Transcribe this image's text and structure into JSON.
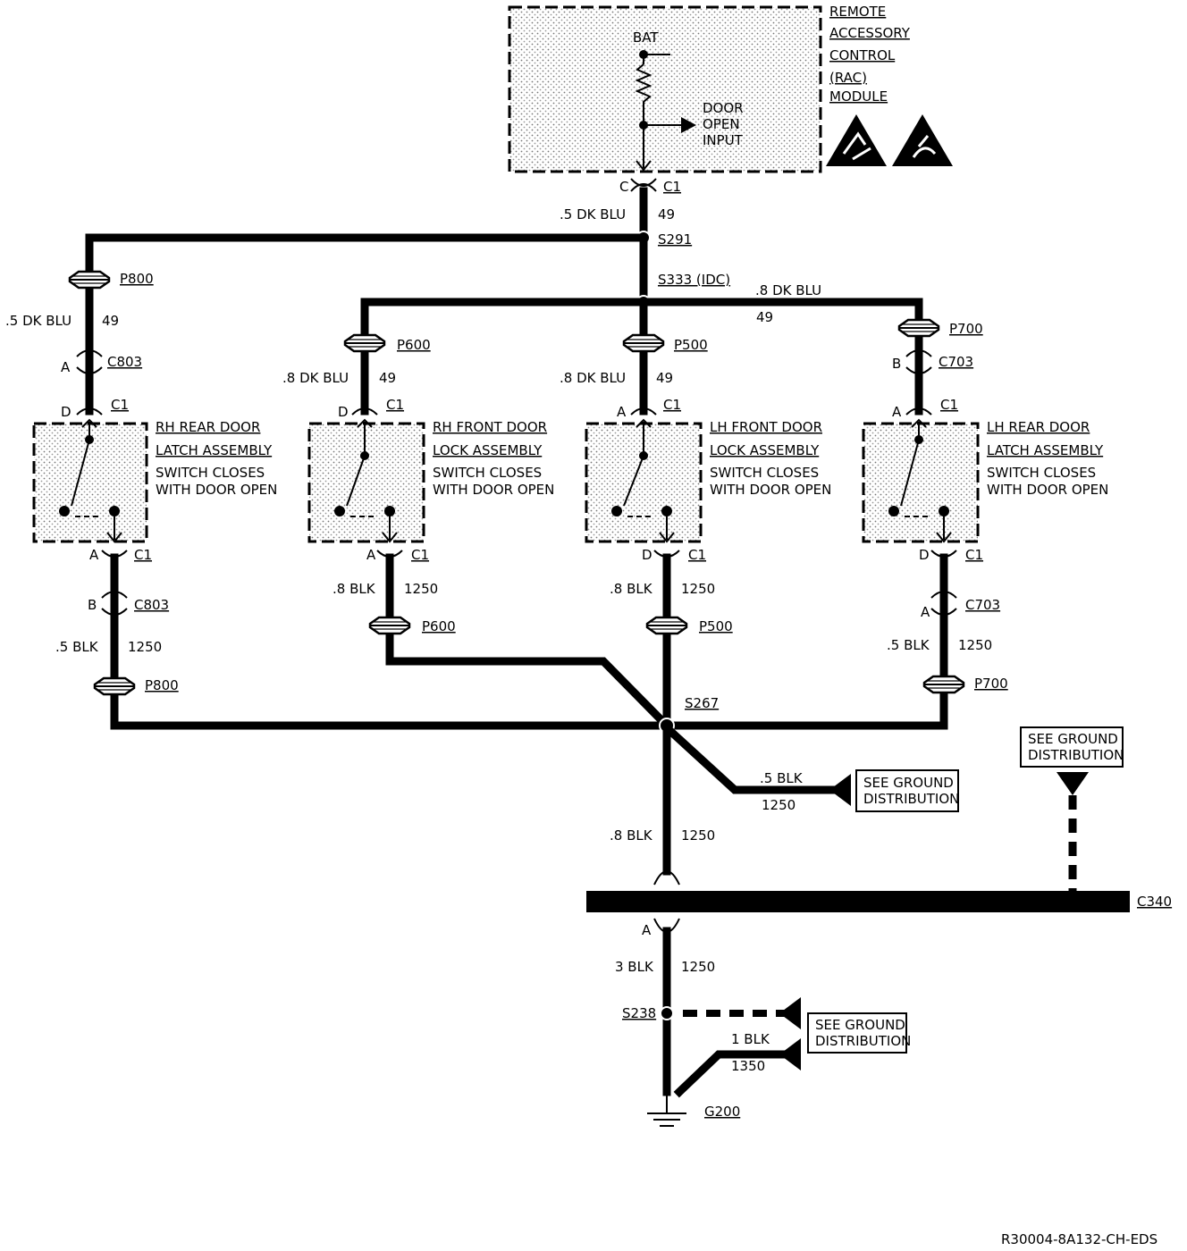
{
  "module": {
    "lines": [
      "REMOTE",
      "ACCESSORY",
      "CONTROL",
      "(RAC)",
      "MODULE"
    ],
    "bat": "BAT",
    "door_input": [
      "DOOR",
      "OPEN",
      "INPUT"
    ]
  },
  "top_connector": {
    "pin": "C",
    "name": "C1",
    "wire": ".5 DK BLU",
    "circuit": "49"
  },
  "splices": {
    "s291": "S291",
    "s333": "S333 (IDC)",
    "s267": "S267",
    "s238": "S238"
  },
  "dk_blu_08": ".8 DK BLU",
  "circuit_49": "49",
  "circuit_1250": "1250",
  "circuit_1350": "1350",
  "branches": [
    {
      "id": "rh-rear",
      "p_top": "P800",
      "wire_top": ".5 DK BLU",
      "c_inline": "C803",
      "pin_inline_top": "A",
      "pin_top": "D",
      "c1": "C1",
      "title": [
        "RH REAR DOOR",
        "LATCH ASSEMBLY"
      ],
      "desc": [
        "SWITCH CLOSES",
        "WITH DOOR OPEN"
      ],
      "pin_bottom": "A",
      "pin_inline_bottom": "B",
      "c_inline_bottom": "C803",
      "wire_bottom": ".5 BLK",
      "p_bottom": "P800"
    },
    {
      "id": "rh-front",
      "p_top": "P600",
      "wire_top": ".8 DK BLU",
      "pin_top": "D",
      "c1": "C1",
      "title": [
        "RH FRONT DOOR",
        "LOCK ASSEMBLY"
      ],
      "desc": [
        "SWITCH CLOSES",
        "WITH DOOR OPEN"
      ],
      "pin_bottom": "A",
      "wire_bottom": ".8 BLK",
      "p_bottom": "P600"
    },
    {
      "id": "lh-front",
      "p_top": "P500",
      "wire_top": ".8 DK BLU",
      "pin_top": "A",
      "c1": "C1",
      "title": [
        "LH FRONT DOOR",
        "LOCK ASSEMBLY"
      ],
      "desc": [
        "SWITCH CLOSES",
        "WITH DOOR OPEN"
      ],
      "pin_bottom": "D",
      "wire_bottom": ".8 BLK",
      "p_bottom": "P500"
    },
    {
      "id": "lh-rear",
      "p_top": "P700",
      "c_inline": "C703",
      "pin_inline_top": "B",
      "pin_top": "A",
      "c1": "C1",
      "title": [
        "LH REAR DOOR",
        "LATCH ASSEMBLY"
      ],
      "desc": [
        "SWITCH CLOSES",
        "WITH DOOR OPEN"
      ],
      "pin_bottom": "D",
      "pin_inline_bottom": "A",
      "c_inline_bottom": "C703",
      "wire_bottom": ".5 BLK",
      "p_bottom": "P700"
    }
  ],
  "ground": {
    "see_ground": [
      "SEE GROUND",
      "DISTRIBUTION"
    ],
    "wire_s267": ".5 BLK",
    "wire_main": ".8 BLK",
    "c340": "C340",
    "pin_c340": "A",
    "wire_3blk": "3 BLK",
    "wire_1blk": "1 BLK",
    "g200": "G200"
  },
  "footer": "R30004-8A132-CH-EDS"
}
